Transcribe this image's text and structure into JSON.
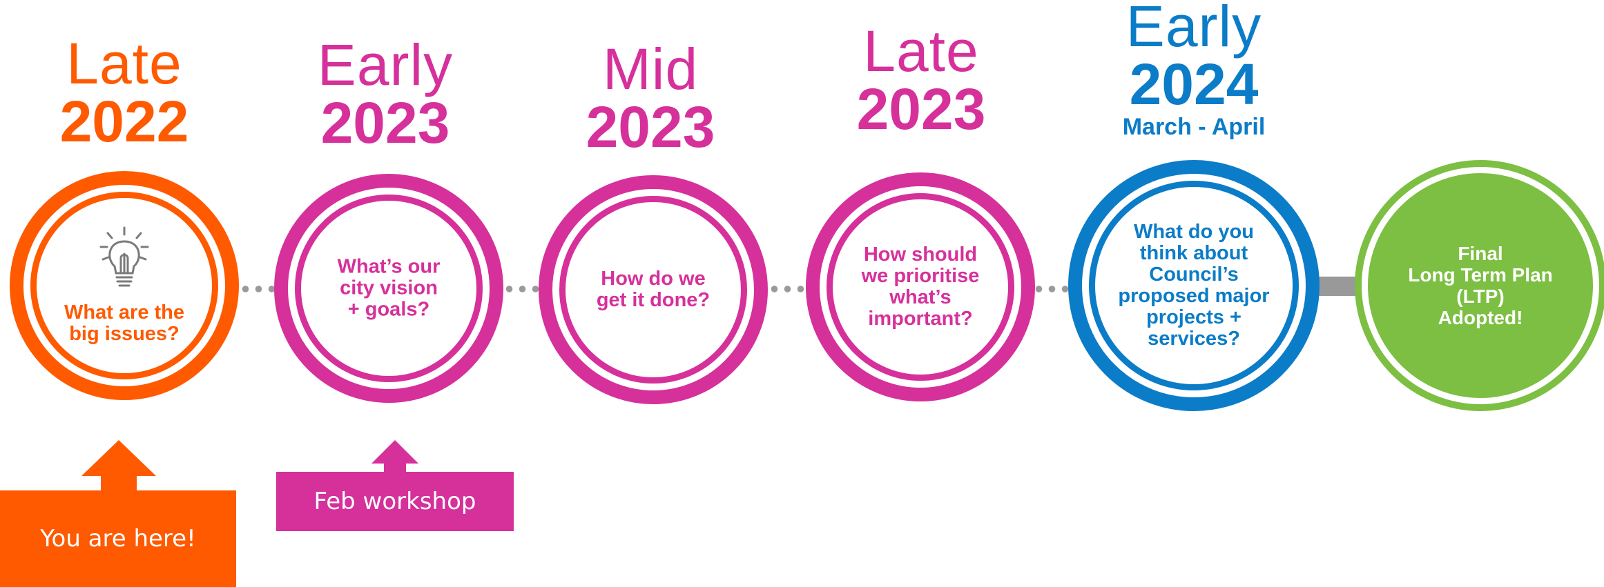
{
  "colors": {
    "orange": "#ff5a00",
    "magenta": "#d6309b",
    "blue": "#0b7cc8",
    "green": "#7cbf42",
    "connector": "#999999"
  },
  "stages": [
    {
      "period": "Late",
      "year": "2022",
      "subtitle": "",
      "question": "What are the\nbig issues?",
      "color": "orange",
      "icon": "lightbulb-icon"
    },
    {
      "period": "Early",
      "year": "2023",
      "subtitle": "",
      "question": "What’s our\ncity vision\n+ goals?",
      "color": "magenta"
    },
    {
      "period": "Mid",
      "year": "2023",
      "subtitle": "",
      "question": "How do we\nget it done?",
      "color": "magenta"
    },
    {
      "period": "Late",
      "year": "2023",
      "subtitle": "",
      "question": "How should\nwe prioritise\nwhat’s\nimportant?",
      "color": "magenta"
    },
    {
      "period": "Early",
      "year": "2024",
      "subtitle": "March - April",
      "question": "What do you\nthink about\nCouncil’s\nproposed major\nprojects +\nservices?",
      "color": "blue"
    }
  ],
  "final": {
    "text": "Final\nLong Term Plan\n(LTP)\nAdopted!",
    "color": "green"
  },
  "callouts": {
    "here": "You are here!",
    "workshop": "Feb workshop"
  }
}
